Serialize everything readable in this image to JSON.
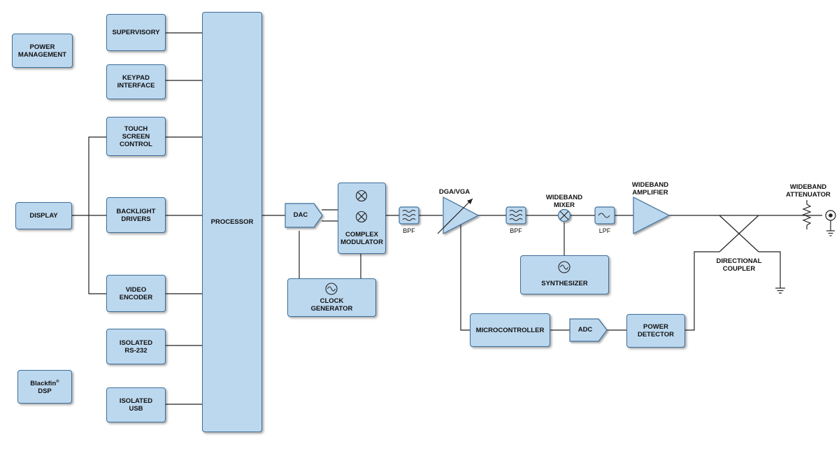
{
  "blocks": {
    "power_management": "POWER\nMANAGEMENT",
    "supervisory": "SUPERVISORY",
    "keypad_interface": "KEYPAD\nINTERFACE",
    "touch_screen_control": "TOUCH\nSCREEN\nCONTROL",
    "display": "DISPLAY",
    "backlight_drivers": "BACKLIGHT\nDRIVERS",
    "processor": "PROCESSOR",
    "video_encoder": "VIDEO\nENCODER",
    "isolated_rs232": "ISOLATED\nRS-232",
    "blackfin_dsp": "Blackfin",
    "blackfin_dsp_line2": "DSP",
    "blackfin_reg": "®",
    "isolated_usb": "ISOLATED\nUSB",
    "dac": "DAC",
    "complex_modulator": "COMPLEX\nMODULATOR",
    "clock_generator": "CLOCK\nGENERATOR",
    "synthesizer": "SYNTHESIZER",
    "microcontroller": "MICROCONTROLLER",
    "adc": "ADC",
    "power_detector": "POWER\nDETECTOR"
  },
  "labels": {
    "bpf1": "BPF",
    "dga_vga": "DGA/VGA",
    "bpf2": "BPF",
    "wideband_mixer": "WIDEBAND\nMIXER",
    "lpf": "LPF",
    "wideband_amplifier": "WIDEBAND\nAMPLIFIER",
    "wideband_attenuator": "WIDEBAND\nATTENUATOR",
    "directional_coupler": "DIRECTIONAL\nCOUPLER"
  },
  "colors": {
    "fill": "#bcd8ef",
    "stroke": "#3f6f99",
    "wire": "#222222"
  },
  "icons": {
    "mixer": "mixer-x-icon",
    "filter": "filter-wave-icon",
    "oscillator": "sine-oscillator-icon",
    "amplifier": "triangle-amplifier-icon",
    "attenuator": "resistor-icon",
    "antenna": "coax-connector-icon",
    "ground": "ground-icon"
  }
}
